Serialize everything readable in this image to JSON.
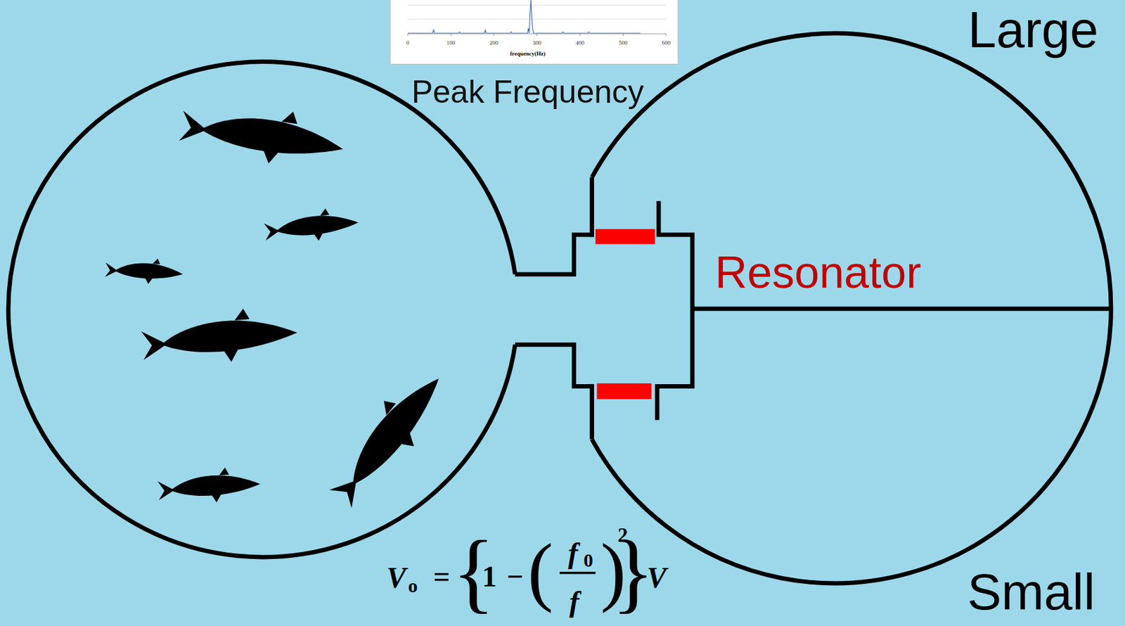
{
  "diagram": {
    "nodes": [
      {
        "text": [
          "0",
          "100",
          "200",
          "300",
          "400",
          "500",
          "600",
          "frequency(Hz)",
          "Peak Frequency"
        ]
      }
    ],
    "labels": [
      "Large",
      "Small",
      "Resonator",
      "V",
      "o",
      "=",
      "{",
      "1",
      "−",
      "(",
      "f",
      "0",
      "f",
      ")",
      "2",
      "}",
      "V"
    ]
  }
}
